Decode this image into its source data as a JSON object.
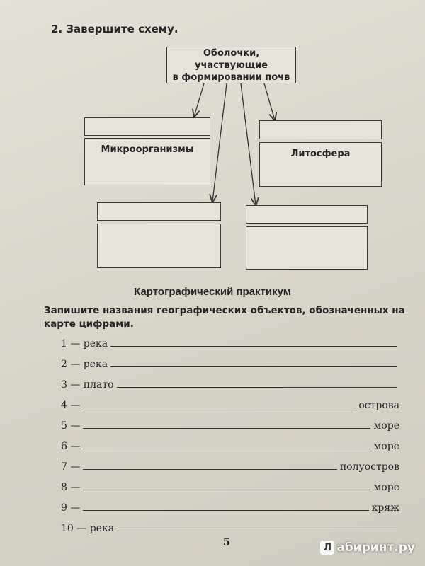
{
  "task": {
    "title": "2. Завершите схему."
  },
  "diagram": {
    "top_box": {
      "line1": "Оболочки, участвующие",
      "line2": "в формировании почв"
    },
    "boxes": [
      {
        "label": ""
      },
      {
        "label": "Микроорганизмы"
      },
      {
        "label": ""
      },
      {
        "label": "Литосфера"
      },
      {
        "label": ""
      },
      {
        "label": ""
      },
      {
        "label": ""
      },
      {
        "label": ""
      }
    ]
  },
  "practicum": {
    "title": "Картографический практикум",
    "instruction": "Запишите названия географических объектов, обозначенных на карте цифрами.",
    "rows": [
      {
        "prefix": "1 — река",
        "suffix": ""
      },
      {
        "prefix": "2 — река",
        "suffix": ""
      },
      {
        "prefix": "3 — плато",
        "suffix": ""
      },
      {
        "prefix": "4 —",
        "suffix": "острова"
      },
      {
        "prefix": "5 —",
        "suffix": "море"
      },
      {
        "prefix": "6 —",
        "suffix": "море"
      },
      {
        "prefix": "7 —",
        "suffix": "полуостров"
      },
      {
        "prefix": "8 —",
        "suffix": "море"
      },
      {
        "prefix": "9 —",
        "suffix": "кряж"
      },
      {
        "prefix": "10 — река",
        "suffix": ""
      }
    ]
  },
  "page_number": "5",
  "watermark": {
    "logo": "Л",
    "text": "абиринт.ру"
  }
}
